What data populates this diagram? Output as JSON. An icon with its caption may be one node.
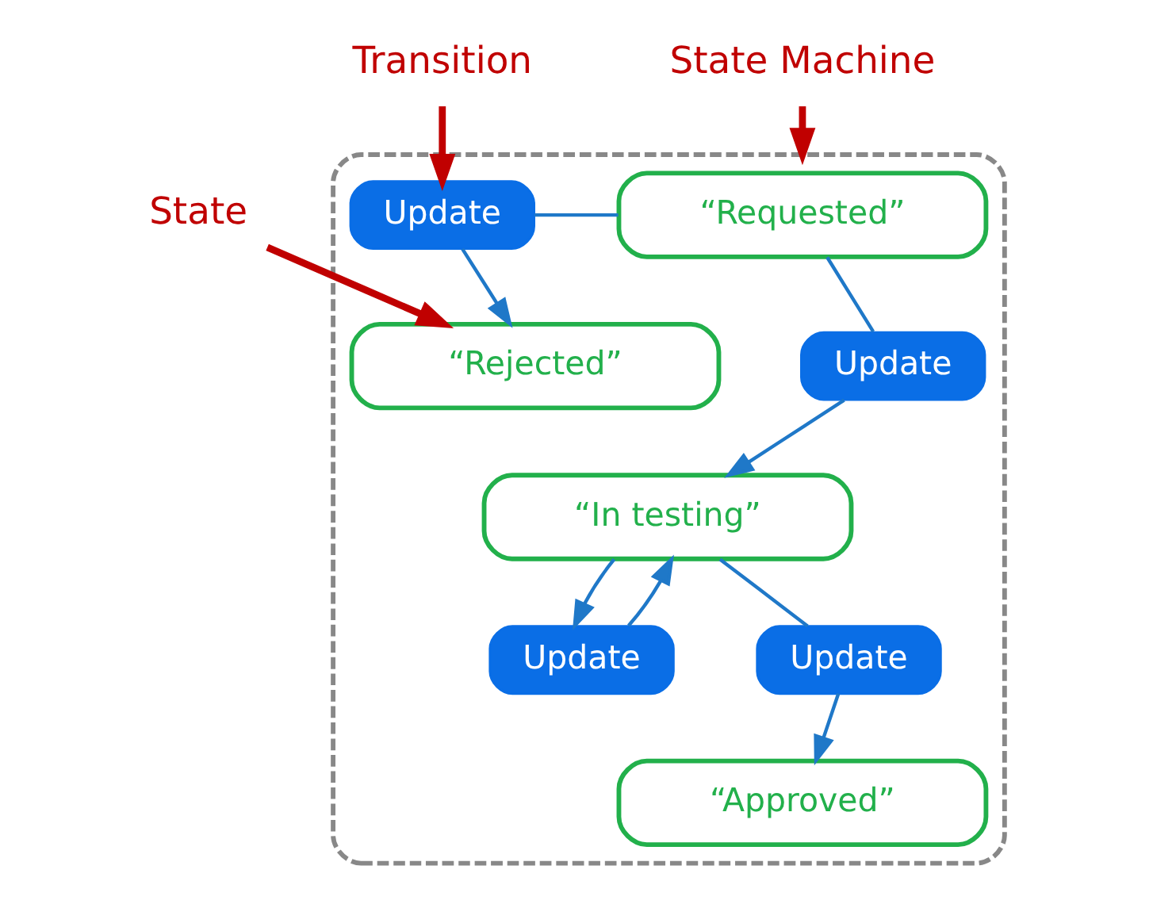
{
  "diagram": {
    "nodes": [
      {
        "text": [],
        "shape": "box"
      },
      {
        "text": [
          "“Requested”"
        ],
        "in": 0
      },
      {
        "text": [
          "Update"
        ],
        "in": 0
      },
      {
        "text": [
          "“Rejected”"
        ],
        "in": 0
      },
      {
        "text": [
          "Update"
        ],
        "in": 0
      },
      {
        "text": [
          "“In testing”"
        ],
        "in": 0
      },
      {
        "text": [
          "Update"
        ],
        "in": 0
      },
      {
        "text": [
          "Update"
        ],
        "in": 0
      },
      {
        "text": [
          "“Approved”"
        ],
        "in": 0
      },
      {
        "text": [
          "State Machine"
        ]
      },
      {
        "text": [
          "Transition"
        ]
      },
      {
        "text": [
          "State"
        ]
      }
    ],
    "edges": [
      {
        "from": 1,
        "to": 2,
        "arrow": "none"
      },
      {
        "from": 2,
        "to": 3,
        "arrow": "to"
      },
      {
        "from": 1,
        "to": 4,
        "arrow": "none"
      },
      {
        "from": 4,
        "to": 5,
        "arrow": "to"
      },
      {
        "from": 5,
        "to": 6,
        "arrow": "to"
      },
      {
        "from": 6,
        "to": 5,
        "arrow": "to"
      },
      {
        "from": 5,
        "to": 7,
        "arrow": "none"
      },
      {
        "from": 7,
        "to": 8,
        "arrow": "to"
      },
      {
        "from": 9,
        "to": 0,
        "arrow": "to",
        "color": "#c00000",
        "style": "thick"
      },
      {
        "from": 10,
        "to": 2,
        "arrow": "to",
        "color": "#c00000",
        "style": "thick"
      },
      {
        "from": 11,
        "to": 3,
        "arrow": "to",
        "color": "#c00000",
        "style": "thick"
      }
    ]
  }
}
